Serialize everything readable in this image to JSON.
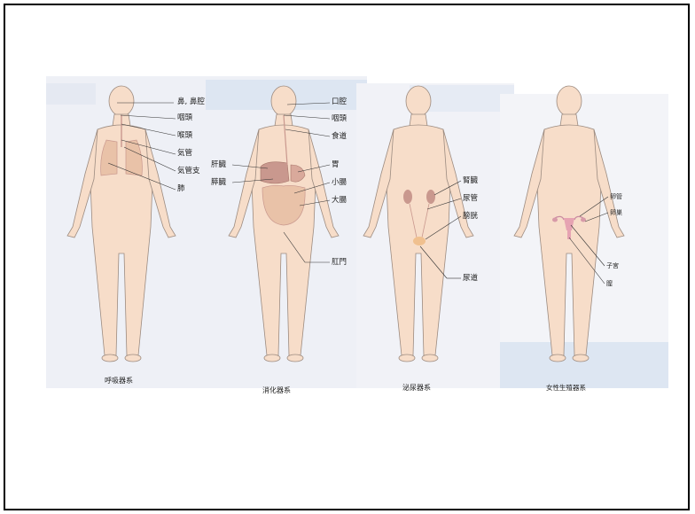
{
  "colors": {
    "skin": "#f7ddc9",
    "skin_stroke": "#9c8b80",
    "panel_bg": "#eef0f6",
    "panel_stripe": "#dde6f2",
    "organ": "#c9988e",
    "organ_light": "#e9c2a8",
    "line": "#333333"
  },
  "systems": [
    {
      "caption": "呼吸器系",
      "labels": [
        "鼻, 鼻腔",
        "咽頭",
        "喉頭",
        "気管",
        "気管支",
        "肺"
      ]
    },
    {
      "caption": "消化器系",
      "labels_right": [
        "口腔",
        "咽頭",
        "食道",
        "胃",
        "小腸",
        "大腸",
        "肛門"
      ],
      "labels_left": [
        "肝臓",
        "膵臓"
      ]
    },
    {
      "caption": "泌尿器系",
      "labels": [
        "腎臓",
        "尿管",
        "膀胱",
        "尿道"
      ]
    },
    {
      "caption": "女性生殖器系",
      "labels": [
        "卵管",
        "卵巣",
        "子宮",
        "膣"
      ]
    }
  ]
}
